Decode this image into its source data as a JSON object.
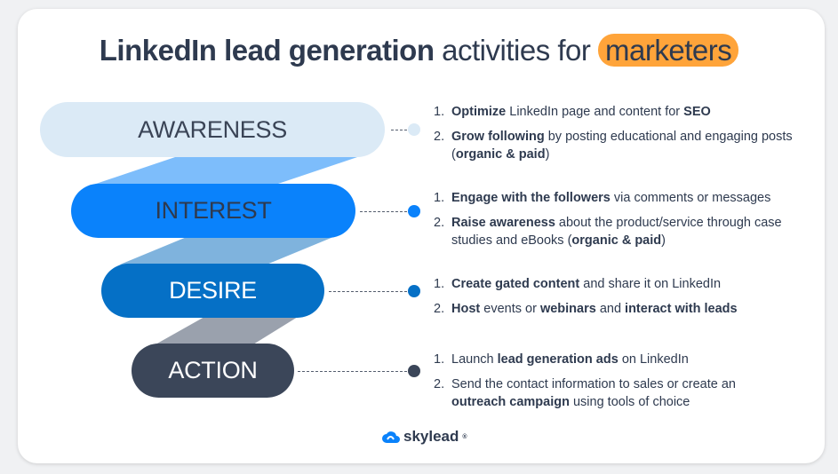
{
  "title": {
    "bold": "LinkedIn lead generation",
    "normal": " activities for ",
    "highlight": "marketers"
  },
  "stages": [
    {
      "label": "AWARENESS",
      "color": "#dbeaf6",
      "text_color": "#3a4456",
      "dot": "#dbeaf6",
      "items": [
        [
          "1.",
          [
            [
              "b",
              "Optimize"
            ],
            [
              "n",
              " LinkedIn page and content for "
            ],
            [
              "b",
              "SEO"
            ]
          ]
        ],
        [
          "2.",
          [
            [
              "b",
              "Grow following"
            ],
            [
              "n",
              " by posting educational and engaging posts ("
            ],
            [
              "b",
              "organic & paid"
            ],
            [
              "n",
              ")"
            ]
          ]
        ]
      ]
    },
    {
      "label": "INTEREST",
      "color": "#0a82fb",
      "text_color": "#2e3a4f",
      "dot": "#0a82fb",
      "items": [
        [
          "1.",
          [
            [
              "b",
              "Engage with the followers"
            ],
            [
              "n",
              " via comments or messages"
            ]
          ]
        ],
        [
          "2.",
          [
            [
              "b",
              "Raise awareness"
            ],
            [
              "n",
              " about the product/service through case studies and eBooks ("
            ],
            [
              "b",
              "organic & paid"
            ],
            [
              "n",
              ")"
            ]
          ]
        ]
      ]
    },
    {
      "label": "DESIRE",
      "color": "#0570c6",
      "text_color": "#ffffff",
      "dot": "#0570c6",
      "items": [
        [
          "1.",
          [
            [
              "b",
              "Create gated content"
            ],
            [
              "n",
              " and share it on LinkedIn"
            ]
          ]
        ],
        [
          "2.",
          [
            [
              "b",
              "Host"
            ],
            [
              "n",
              " events or "
            ],
            [
              "b",
              "webinars"
            ],
            [
              "n",
              " and "
            ],
            [
              "b",
              "interact with leads"
            ]
          ]
        ]
      ]
    },
    {
      "label": "ACTION",
      "color": "#3b4659",
      "text_color": "#ffffff",
      "dot": "#3b4659",
      "items": [
        [
          "1.",
          [
            [
              "n",
              "Launch "
            ],
            [
              "b",
              "lead generation ads"
            ],
            [
              "n",
              " on LinkedIn"
            ]
          ]
        ],
        [
          "2.",
          [
            [
              "n",
              "Send the contact information to sales or create an "
            ],
            [
              "b",
              "outreach campaign"
            ],
            [
              "n",
              " using tools of choice"
            ]
          ]
        ]
      ]
    }
  ],
  "connector_colors": [
    "#7dbdfb",
    "#7fb3dd",
    "#9aa1ad"
  ],
  "logo": {
    "text": "skylead",
    "mark": "®"
  }
}
